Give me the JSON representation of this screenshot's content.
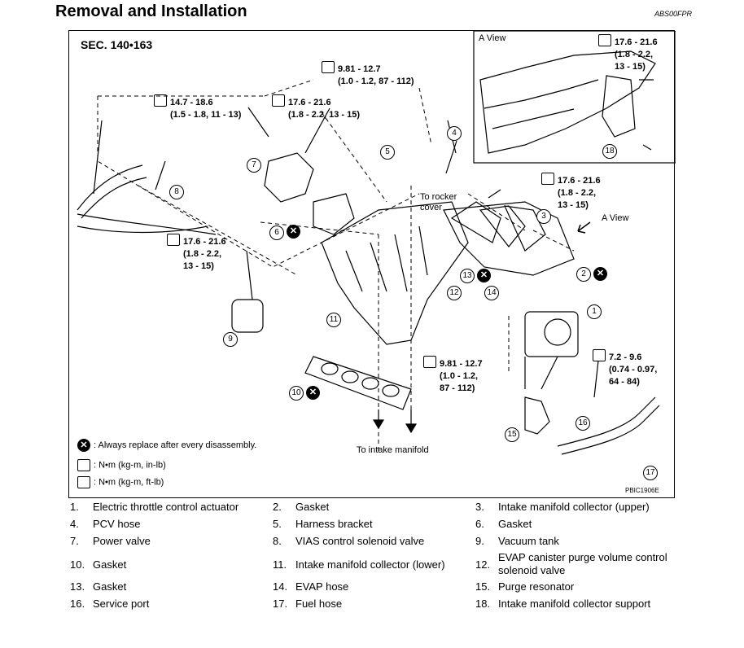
{
  "page": {
    "title": "Removal and Installation",
    "doc_id": "ABS00FPR"
  },
  "figure": {
    "section": "SEC. 140•163",
    "a_view_inset_label": "A View",
    "a_view_arrow_label": "A View",
    "figure_code": "PBIC1906E",
    "notes": {
      "to_rocker_cover": "To rocker cover",
      "to_intake_manifold": "To intake manifold"
    },
    "torques": [
      {
        "id": "t1",
        "icon": "nm-kgm-inlb-icon",
        "line1": "9.81 - 12.7",
        "line2": "(1.0 - 1.2, 87 - 112)",
        "line3": ""
      },
      {
        "id": "t2",
        "icon": "nm-kgm-ftlb-icon",
        "line1": "14.7 - 18.6",
        "line2": "(1.5 - 1.8, 11 - 13)",
        "line3": ""
      },
      {
        "id": "t3",
        "icon": "nm-kgm-ftlb-icon",
        "line1": "17.6 - 21.6",
        "line2": "(1.8 - 2.2, 13 - 15)",
        "line3": ""
      },
      {
        "id": "t4",
        "icon": "nm-kgm-ftlb-icon",
        "line1": "17.6 - 21.6",
        "line2": "(1.8 - 2.2,",
        "line3": "13 - 15)"
      },
      {
        "id": "t5",
        "icon": "nm-kgm-ftlb-icon",
        "line1": "17.6 - 21.6",
        "line2": "(1.8 - 2.2,",
        "line3": "13 - 15)"
      },
      {
        "id": "t6",
        "icon": "nm-kgm-ftlb-icon",
        "line1": "17.6 - 21.6",
        "line2": "(1.8 - 2.2,",
        "line3": "13 - 15)"
      },
      {
        "id": "t7",
        "icon": "nm-kgm-inlb-icon",
        "line1": "9.81 - 12.7",
        "line2": "(1.0 - 1.2,",
        "line3": "87 - 112)"
      },
      {
        "id": "t8",
        "icon": "nm-kgm-inlb-icon",
        "line1": "7.2 - 9.6",
        "line2": "(0.74 - 0.97,",
        "line3": "64 - 84)"
      }
    ],
    "legend": [
      {
        "symbol": "✕",
        "text": ": Always replace after every disassembly."
      },
      {
        "symbol": "N",
        "text": ": N•m (kg-m, in-lb)"
      },
      {
        "symbol": "N",
        "text": ": N•m (kg-m, ft-lb)"
      }
    ],
    "callouts": [
      "1",
      "2",
      "3",
      "4",
      "5",
      "6",
      "7",
      "8",
      "9",
      "10",
      "11",
      "12",
      "13",
      "14",
      "15",
      "16",
      "17",
      "18"
    ]
  },
  "parts": [
    {
      "num": "1.",
      "name": "Electric throttle control actuator"
    },
    {
      "num": "2.",
      "name": "Gasket"
    },
    {
      "num": "3.",
      "name": "Intake manifold collector (upper)"
    },
    {
      "num": "4.",
      "name": "PCV hose"
    },
    {
      "num": "5.",
      "name": "Harness bracket"
    },
    {
      "num": "6.",
      "name": "Gasket"
    },
    {
      "num": "7.",
      "name": "Power valve"
    },
    {
      "num": "8.",
      "name": "VIAS control solenoid valve"
    },
    {
      "num": "9.",
      "name": "Vacuum tank"
    },
    {
      "num": "10.",
      "name": "Gasket"
    },
    {
      "num": "11.",
      "name": "Intake manifold collector (lower)"
    },
    {
      "num": "12.",
      "name": "EVAP canister purge volume control solenoid valve"
    },
    {
      "num": "13.",
      "name": "Gasket"
    },
    {
      "num": "14.",
      "name": "EVAP hose"
    },
    {
      "num": "15.",
      "name": "Purge resonator"
    },
    {
      "num": "16.",
      "name": "Service port"
    },
    {
      "num": "17.",
      "name": "Fuel hose"
    },
    {
      "num": "18.",
      "name": "Intake manifold collector support"
    }
  ]
}
